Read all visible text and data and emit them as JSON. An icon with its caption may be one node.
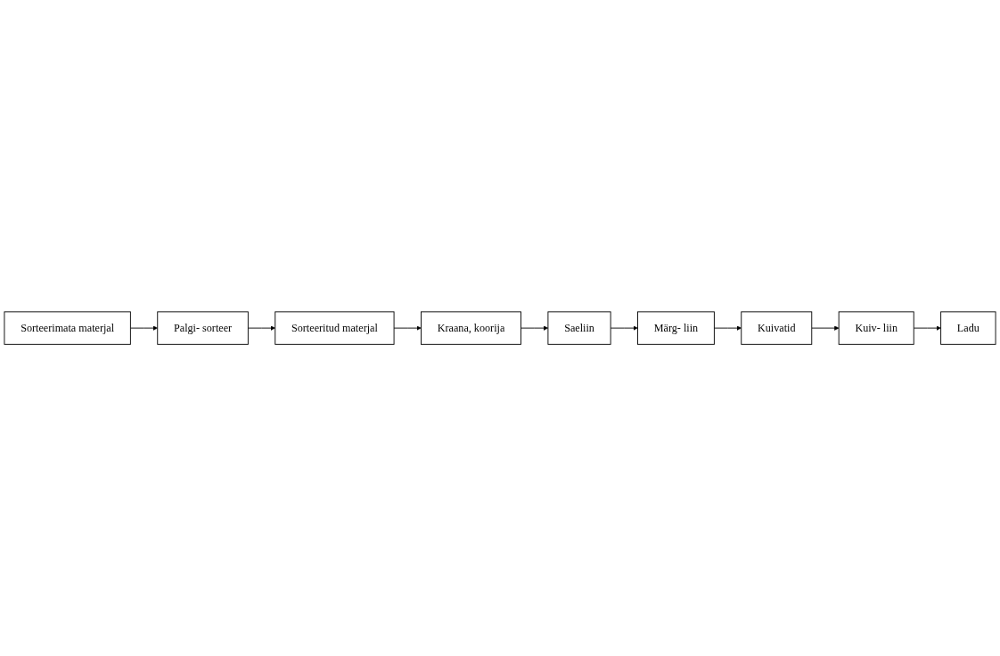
{
  "diagram": {
    "nodes": [
      {
        "text": [
          "Märg- liin"
        ]
      },
      {
        "text": [
          "Kuivatid"
        ]
      },
      {
        "text": [
          "Kuiv- liin"
        ]
      },
      {
        "text": [
          "Kraana, koorija"
        ]
      },
      {
        "text": [
          "Saeliin"
        ]
      },
      {
        "text": [
          "Sorteeritud materjal"
        ]
      },
      {
        "text": [
          "Ladu"
        ]
      },
      {
        "text": [
          "Palgi- sorteer"
        ]
      },
      {
        "text": [
          "Sorteerimata materjal"
        ]
      }
    ],
    "edges": [
      {
        "from": 8,
        "to": 7,
        "arrow": "to"
      },
      {
        "from": 7,
        "to": 5,
        "arrow": "to"
      },
      {
        "from": 5,
        "to": 3,
        "arrow": "to"
      },
      {
        "from": 3,
        "to": 4,
        "arrow": "to"
      },
      {
        "from": 4,
        "to": 0,
        "arrow": "to"
      },
      {
        "from": 0,
        "to": 1,
        "arrow": "to"
      },
      {
        "from": 1,
        "to": 2,
        "arrow": "to"
      },
      {
        "from": 2,
        "to": 6,
        "arrow": "to"
      }
    ]
  }
}
